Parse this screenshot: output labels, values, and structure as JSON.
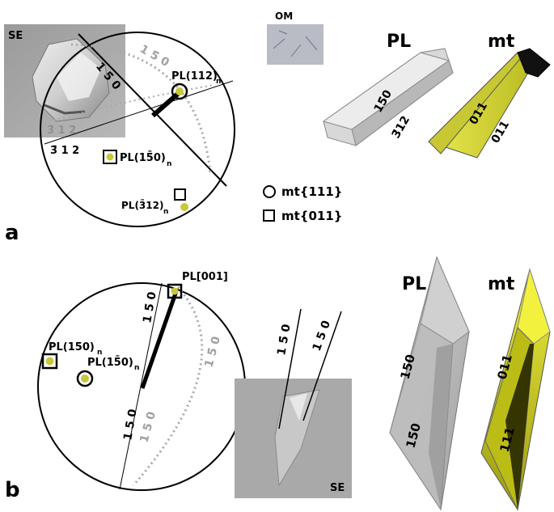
{
  "panel_a": {
    "label": "a",
    "se_label": "SE",
    "om_label": "OM",
    "trace_150_black": "1 5̄ 0",
    "trace_150_gray": "1 5̄ 0",
    "trace_312_gray": "3̄ 1 2",
    "trace_312_black": "3̄ 1 2",
    "pole_pl112": "PL(112)",
    "pole_pl150": "PL(15̄0)",
    "pole_pl312": "PL(3̄12)",
    "subscript_n": "n",
    "legend_circle": "mt{111}",
    "legend_square": "mt{011}",
    "pl_title": "PL",
    "pl_face_top": "15̄0",
    "pl_face_side": "3̄12",
    "mt_title": "mt",
    "mt_face_top": "011",
    "mt_face_side": "011",
    "colors": {
      "yellow": "#c8c83a",
      "mt_yellow": "#d8d83a",
      "gray": "#a8a8a8"
    }
  },
  "panel_b": {
    "label": "b",
    "se_label": "SE",
    "pole_pl001": "PL[001]",
    "pole_pl150": "PL(150)",
    "pole_pl1m50": "PL(15̄0)",
    "subscript_n": "n",
    "trace_1m50_black": "1 5̄ 0",
    "trace_150_black": "1 5 0",
    "trace_1m50_gray": "1 5̄ 0",
    "trace_150_gray": "1 5 0",
    "trace_img_1m50": "1 5̄ 0",
    "trace_img_150": "1 5 0",
    "pl_title": "PL",
    "pl_face_top": "150",
    "pl_face_bottom": "15̄0",
    "mt_title": "mt",
    "mt_face_top": "011",
    "mt_face_bottom": "111"
  }
}
